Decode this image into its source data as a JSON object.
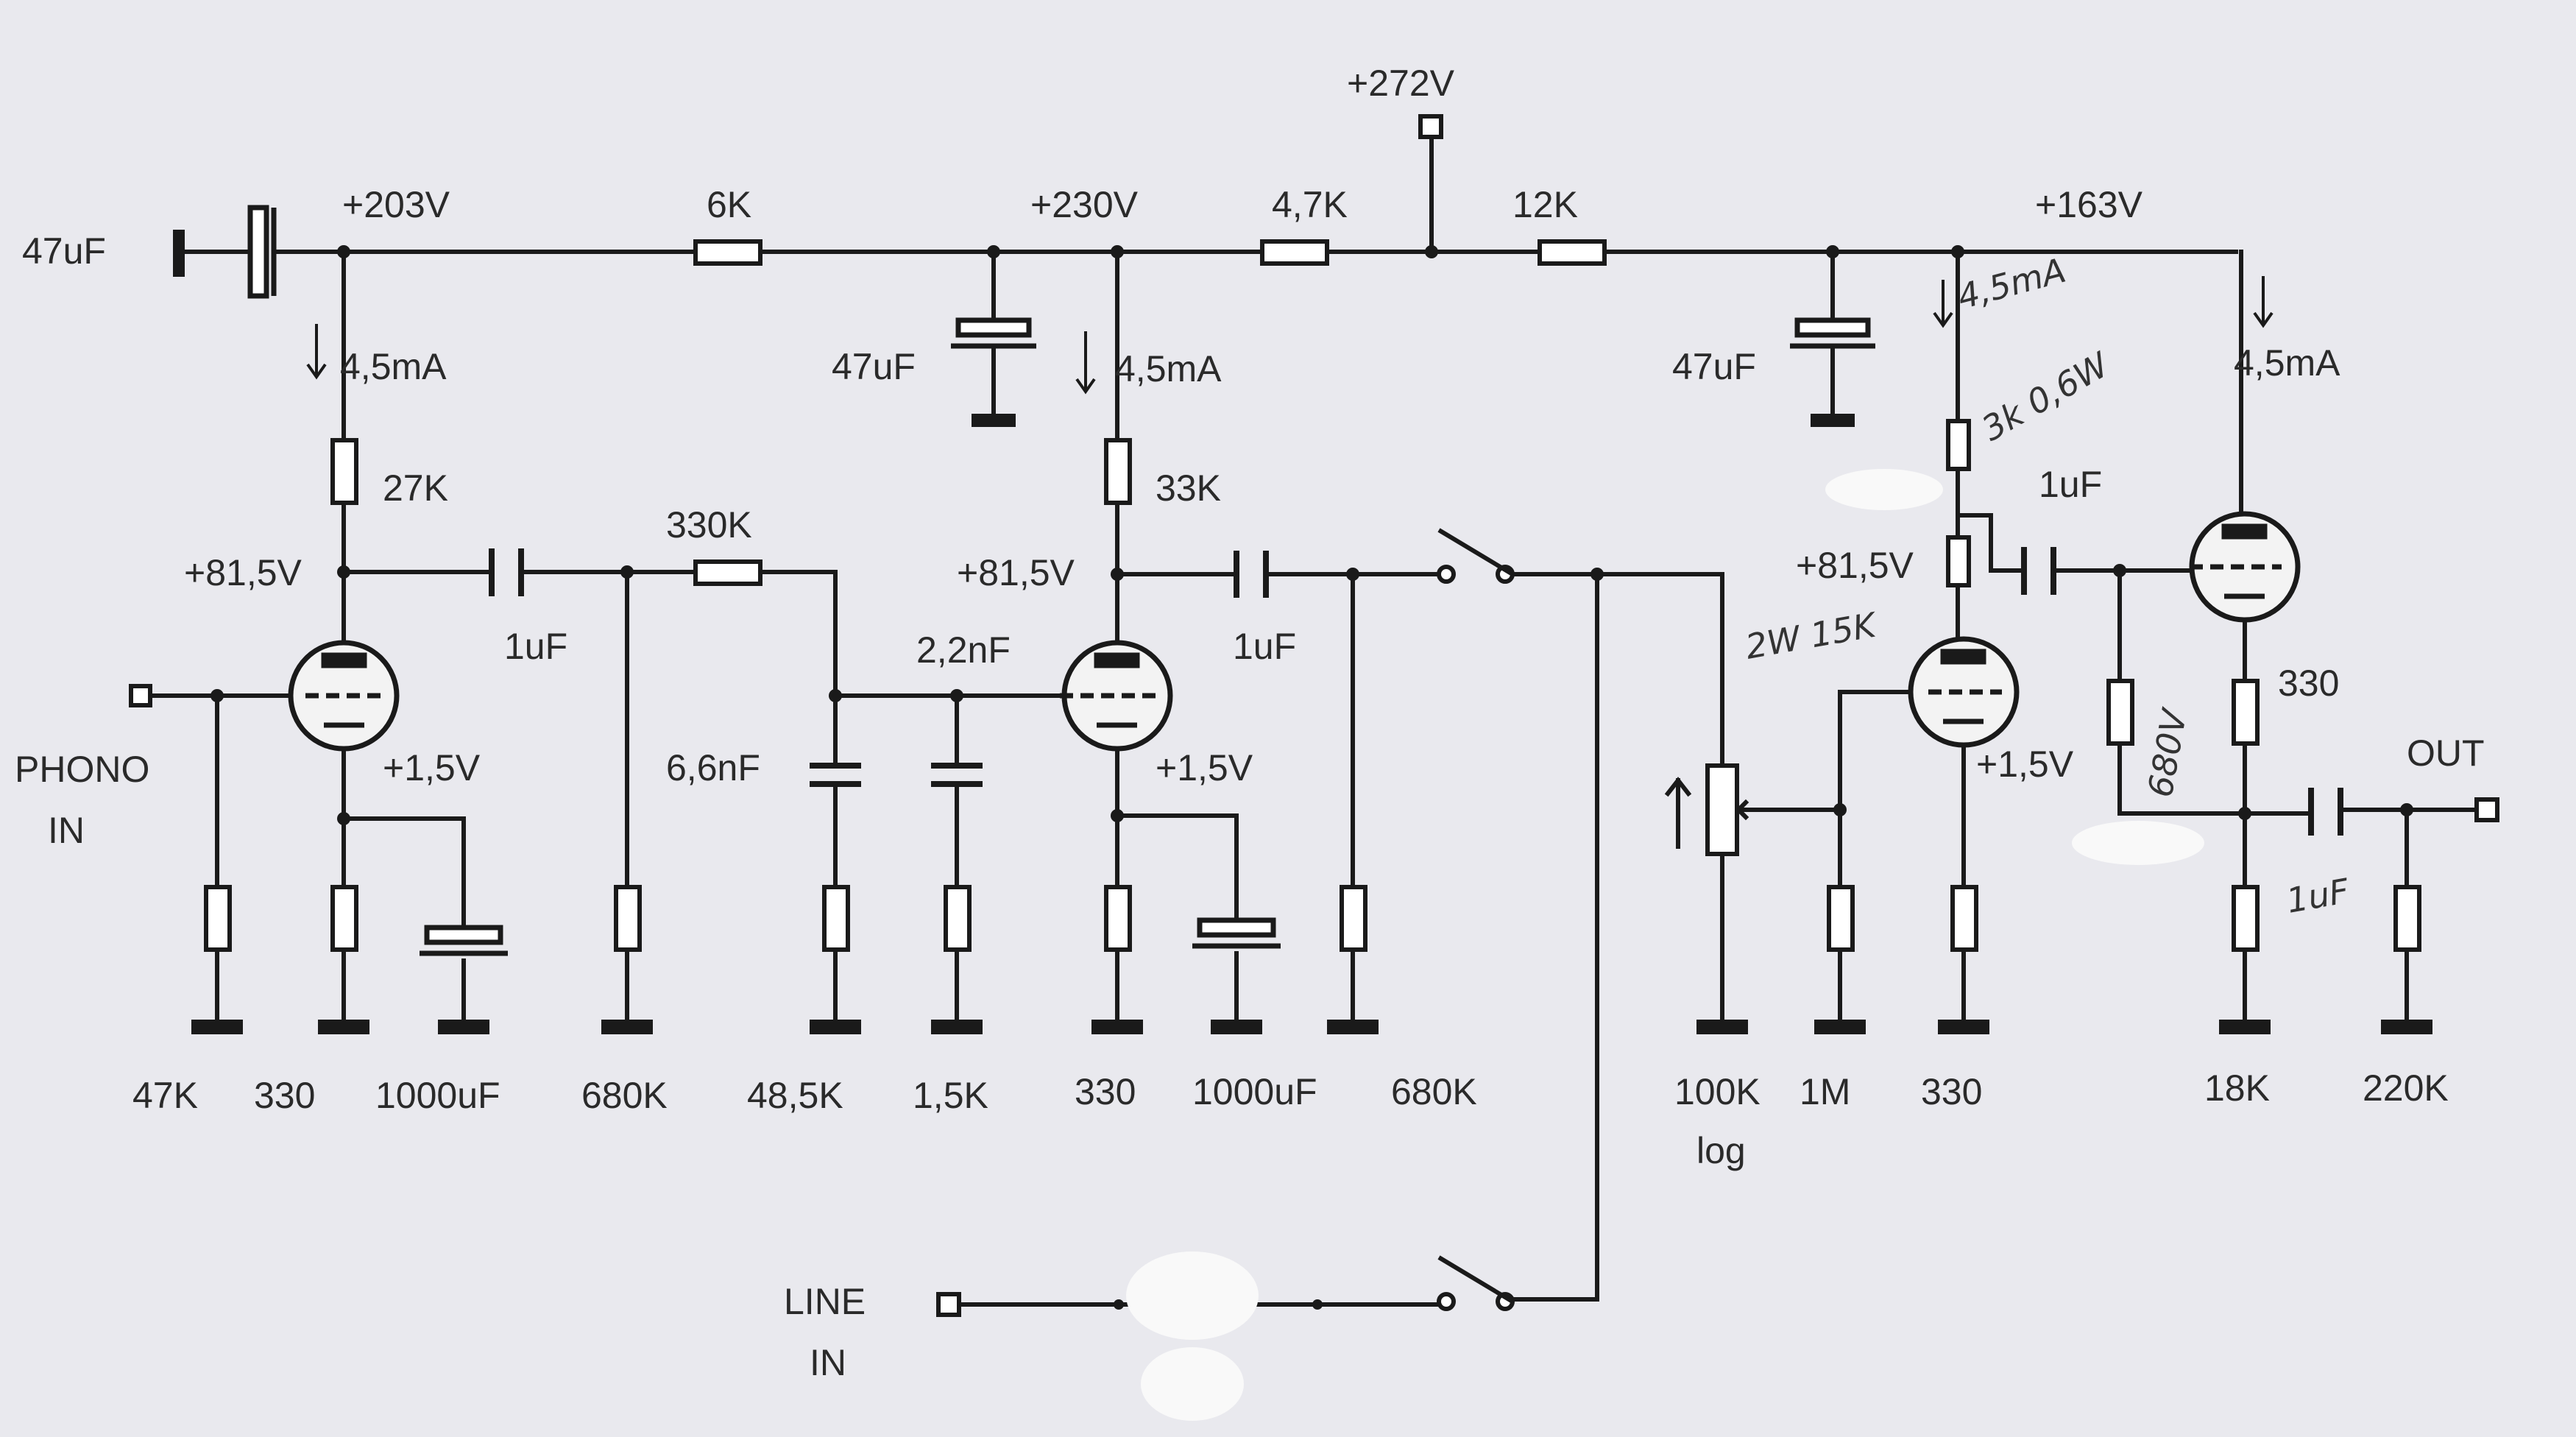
{
  "labels": {
    "v272": "+272V",
    "v203": "+203V",
    "v230": "+230V",
    "v163": "+163V",
    "cap_in": "47uF",
    "r_6k": "6K",
    "r_47k_series": "4,7K",
    "r_12k": "12K",
    "cap_47_a": "47uF",
    "cap_47_b": "47uF",
    "i1": "4,5mA",
    "i2": "4,5mA",
    "i4": "4,5mA",
    "r_27k": "27K",
    "r_33k": "33K",
    "v81_1": "+81,5V",
    "v81_2": "+81,5V",
    "v81_3": "+81,5V",
    "c_1uf_1": "1uF",
    "c_1uf_2": "1uF",
    "c_1uf_3": "1uF",
    "r_330k": "330K",
    "c_2n2": "2,2nF",
    "c_6n6": "6,6nF",
    "phono": "PHONO",
    "phono_in": "IN",
    "v15_1": "+1,5V",
    "v15_2": "+1,5V",
    "v15_3": "+1,5V",
    "r_330_k": "330",
    "out": "OUT",
    "line": "LINE",
    "line_in": "IN",
    "bottom_47k": "47K",
    "bottom_330_1": "330",
    "bottom_1000uf_1": "1000uF",
    "bottom_680k_1": "680K",
    "bottom_48k5": "48,5K",
    "bottom_1k5": "1,5K",
    "bottom_330_2": "330",
    "bottom_1000uf_2": "1000uF",
    "bottom_680k_2": "680K",
    "bottom_100k": "100K",
    "bottom_log": "log",
    "bottom_1m": "1M",
    "bottom_330_3": "330",
    "bottom_18k": "18K",
    "bottom_220k": "220K"
  },
  "handwritten": {
    "i3": "4,5mA",
    "r_3k": "3k 0,6W",
    "r_2w": "2W 15K",
    "r_680": "680V",
    "c_out": "1uF"
  }
}
